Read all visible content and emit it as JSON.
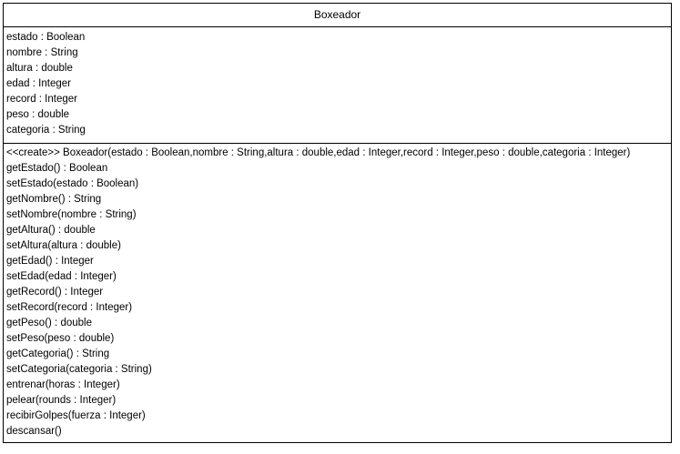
{
  "class": {
    "name": "Boxeador",
    "attributes": [
      "estado : Boolean",
      "nombre : String",
      "altura : double",
      "edad : Integer",
      "record : Integer",
      "peso : double",
      "categoria : String"
    ],
    "operations": [
      "<<create>> Boxeador(estado : Boolean,nombre : String,altura : double,edad : Integer,record : Integer,peso : double,categoria : Integer)",
      "getEstado() : Boolean",
      "setEstado(estado : Boolean)",
      "getNombre() : String",
      "setNombre(nombre : String)",
      "getAltura() : double",
      "setAltura(altura : double)",
      "getEdad() : Integer",
      "setEdad(edad : Integer)",
      "getRecord() : Integer",
      "setRecord(record : Integer)",
      "getPeso() : double",
      "setPeso(peso : double)",
      "getCategoria() : String",
      "setCategoria(categoria : String)",
      "entrenar(horas : Integer)",
      "pelear(rounds : Integer)",
      "recibirGolpes(fuerza : Integer)",
      "descansar()"
    ]
  }
}
